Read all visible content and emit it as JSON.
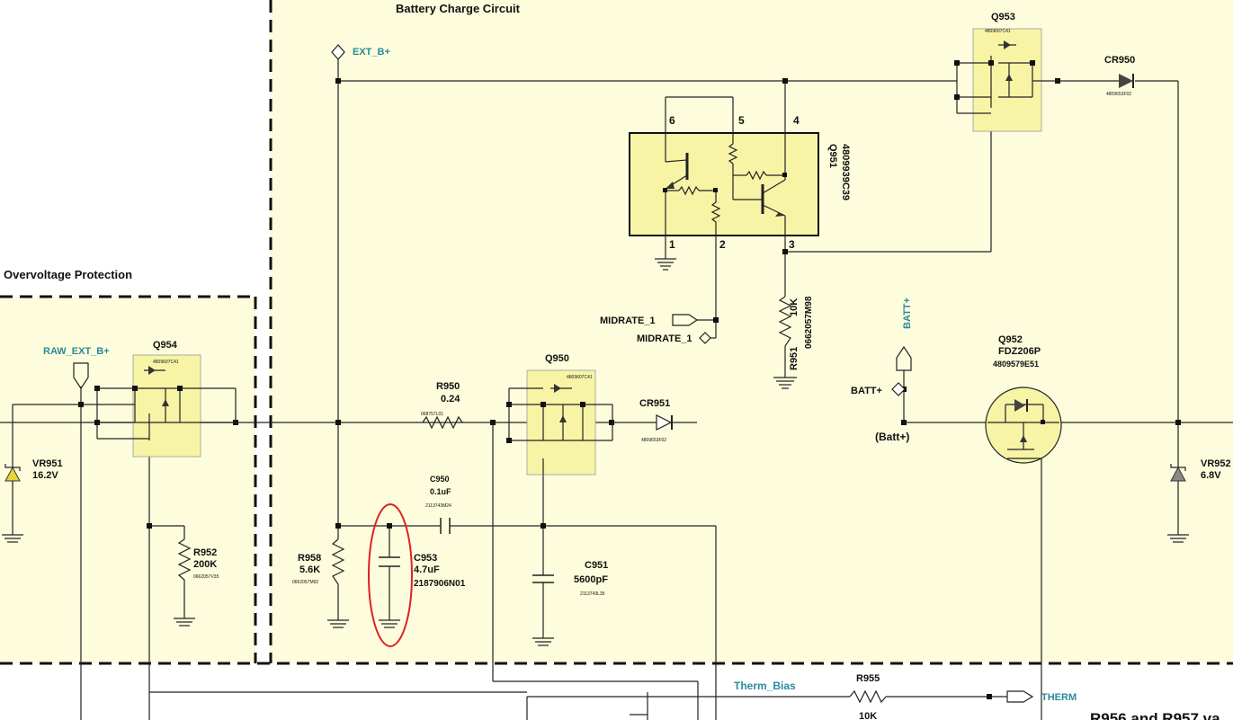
{
  "sections": {
    "charge_title": "Battery Charge Circuit",
    "ovp_title": "Overvoltage Protection"
  },
  "nets": {
    "ext_b": "EXT_B+",
    "raw_ext_b": "RAW_EXT_B+",
    "batt_plus_vert": "BATT+",
    "batt_plus": "BATT+",
    "batt_node": "(Batt+)",
    "midrate_a": "MIDRATE_1",
    "midrate_b": "MIDRATE_1",
    "therm_bias": "Therm_Bias",
    "therm": "THERM"
  },
  "components": {
    "q953": {
      "ref": "Q953",
      "part": "4809607C41"
    },
    "cr950": {
      "ref": "CR950",
      "part": "4809653F02"
    },
    "q951": {
      "ref": "Q951",
      "part": "4809939C39",
      "pins": [
        "6",
        "5",
        "4",
        "1",
        "2",
        "3"
      ]
    },
    "r951": {
      "ref": "R951",
      "value": "10K",
      "part": "0662057M98"
    },
    "q954": {
      "ref": "Q954",
      "part": "4809607C41"
    },
    "vr951": {
      "ref": "VR951",
      "value": "16.2V"
    },
    "r952": {
      "ref": "R952",
      "value": "200K",
      "part": "0662057V35"
    },
    "r950": {
      "ref": "R950",
      "value": "0.24",
      "part": "068757L01"
    },
    "q950": {
      "ref": "Q950",
      "part": "4809607C41"
    },
    "cr951": {
      "ref": "CR951",
      "part": "4809653F02"
    },
    "c950": {
      "ref": "C950",
      "value": "0.1uF",
      "part": "2113743M24"
    },
    "r958": {
      "ref": "R958",
      "value": "5.6K",
      "part": "0662057M92"
    },
    "c953": {
      "ref": "C953",
      "value": "4.7uF",
      "part": "2187906N01"
    },
    "c951": {
      "ref": "C951",
      "value": "5600pF",
      "part": "2113743L35"
    },
    "q952": {
      "ref": "Q952",
      "part_name": "FDZ206P",
      "part": "4809579E51"
    },
    "vr952": {
      "ref": "VR952",
      "value": "6.8V"
    },
    "r955": {
      "ref": "R955",
      "value": "10K"
    }
  },
  "footer_note": "R956 and R957 va",
  "colors": {
    "region_fill": "#fdfcdc",
    "part_fill": "#f7f4a6",
    "net_label": "#2a8a9c",
    "highlight": "#d22"
  }
}
